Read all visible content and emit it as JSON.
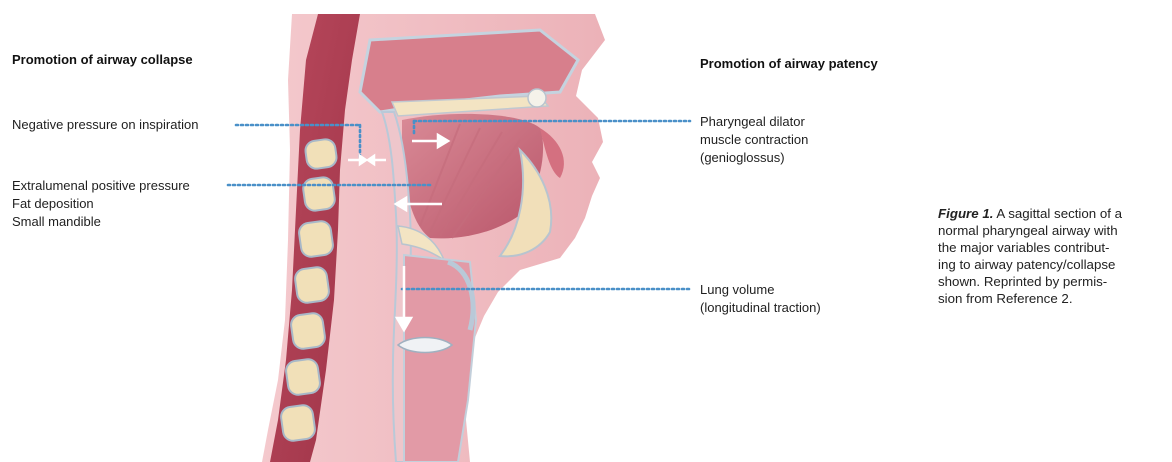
{
  "headers": {
    "collapse": "Promotion of airway collapse",
    "patency": "Promotion of airway patency"
  },
  "left_labels": {
    "negative_pressure": "Negative pressure on inspiration",
    "extralumenal": "Extralumenal positive pressure",
    "fat": "Fat deposition",
    "mandible": "Small mandible"
  },
  "right_labels": {
    "dilator_line1": "Pharyngeal dilator",
    "dilator_line2": "muscle contraction",
    "dilator_line3": "(genioglossus)",
    "lung_line1": "Lung volume",
    "lung_line2": "(longitudinal traction)"
  },
  "caption": {
    "figure_label": "Figure 1.",
    "line1_rest": "A sagittal section of a",
    "line2": "normal pharyngeal airway with",
    "line3": "the major variables contribut-",
    "line4": "ing to airway patency/collapse",
    "line5": "shown. Reprinted by permis-",
    "line6": "sion from Reference 2."
  },
  "colors": {
    "leader_line": "#4a90c8",
    "arrow": "#ffffff",
    "tissue": "#e8a0a8",
    "muscle": "#b5475a",
    "bone": "#f1e0b8"
  }
}
